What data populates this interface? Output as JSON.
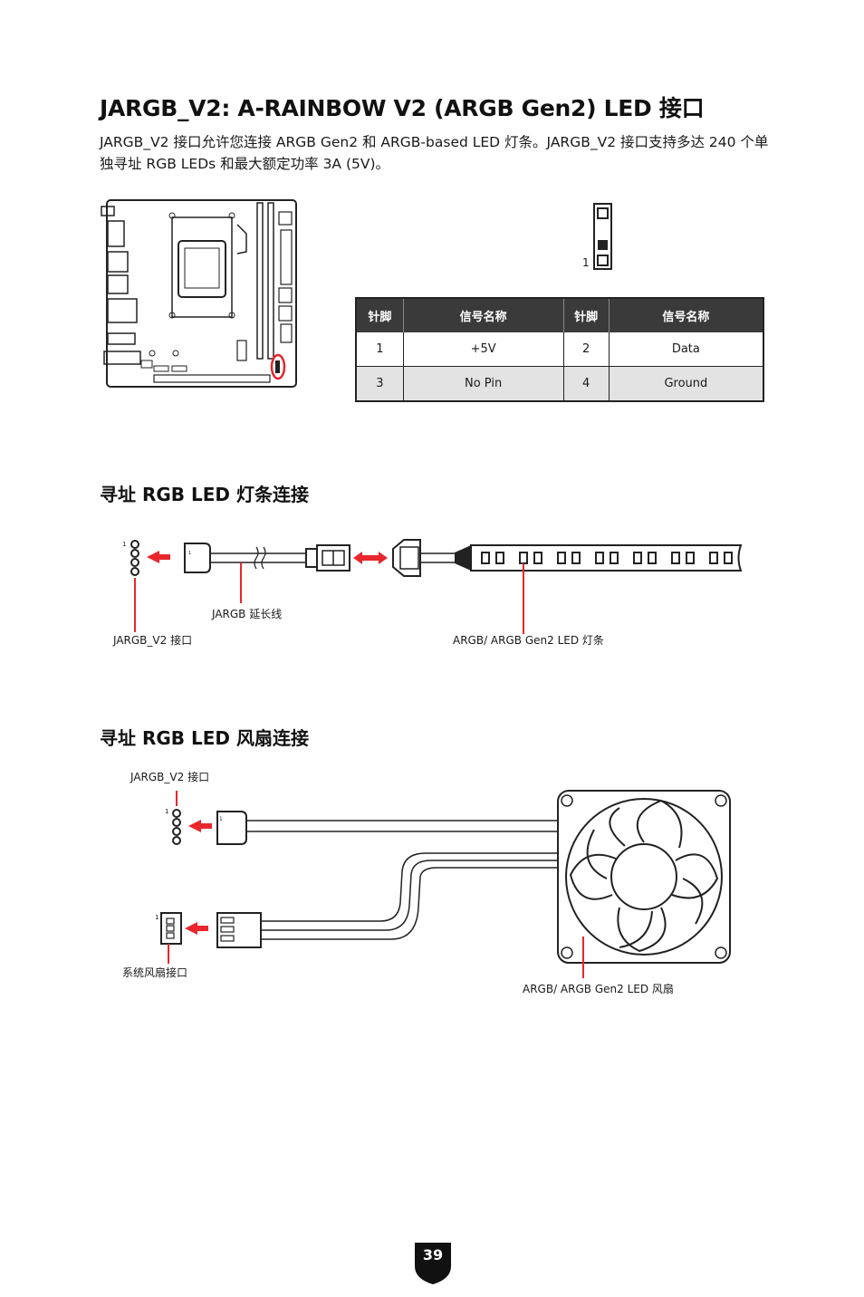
{
  "header": {
    "title": "JARGB_V2: A-RAINBOW V2 (ARGB Gen2) LED 接口",
    "intro": "JARGB_V2 接口允许您连接 ARGB Gen2 和 ARGB-based LED 灯条。JARGB_V2 接口支持多达 240 个单独寻址 RGB LEDs 和最大额定功率 3A (5V)。"
  },
  "connector_diagram": {
    "pin1_label": "1"
  },
  "pin_table": {
    "headers": [
      "针脚",
      "信号名称",
      "针脚",
      "信号名称"
    ],
    "rows": [
      [
        "1",
        "+5V",
        "2",
        "Data"
      ],
      [
        "3",
        "No Pin",
        "4",
        "Ground"
      ]
    ]
  },
  "strip_section": {
    "heading": "寻址 RGB LED 灯条连接",
    "pin1_label": "1",
    "cable_label": "JARGB 延长线",
    "header_label": "JARGB_V2 接口",
    "strip_label": "ARGB/ ARGB Gen2 LED 灯条"
  },
  "fan_section": {
    "heading": "寻址 RGB LED 风扇连接",
    "header_label": "JARGB_V2 接口",
    "argb_pin1_label": "1",
    "fan_pin1_label": "1",
    "fan_header_label": "系统风扇接口",
    "fan_label": "ARGB/ ARGB Gen2 LED 风扇"
  },
  "footer": {
    "page_number": "39"
  },
  "colors": {
    "accent_red": "#e8262b",
    "table_header": "#3a3a3a",
    "table_shaded_row": "#e3e3e3"
  }
}
